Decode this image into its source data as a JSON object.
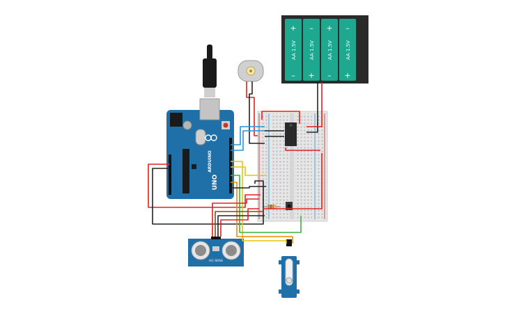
{
  "arduino": {
    "brand": "ARDUINO",
    "model": "UNO",
    "logo_icon": "arduino-infinity-logo",
    "board_color": "#1f6fa8"
  },
  "battery_pack": {
    "cells": [
      {
        "label": "AA 1.5V",
        "plus": "+",
        "minus": "–"
      },
      {
        "label": "AA 1.5V",
        "plus": "+",
        "minus": "–"
      },
      {
        "label": "AA 1.5V",
        "plus": "+",
        "minus": "–"
      },
      {
        "label": "AA 1.5V",
        "plus": "+",
        "minus": "–"
      }
    ],
    "cell_color": "#1fa890",
    "case_color": "#2a2a2a"
  },
  "ultrasonic": {
    "model": "HC-SR04",
    "board_color": "#1f6fa8"
  },
  "servo": {
    "body_color": "#1f6fa8",
    "horn_icon": "servo-horn-icon"
  },
  "motor": {
    "icon": "dc-motor-icon"
  },
  "wire_colors": {
    "red": "#e02020",
    "black": "#222222",
    "blue": "#2196d8",
    "yellow": "#e6c800",
    "green": "#3cb043",
    "orange": "#f08c00",
    "brown": "#8b4513"
  }
}
